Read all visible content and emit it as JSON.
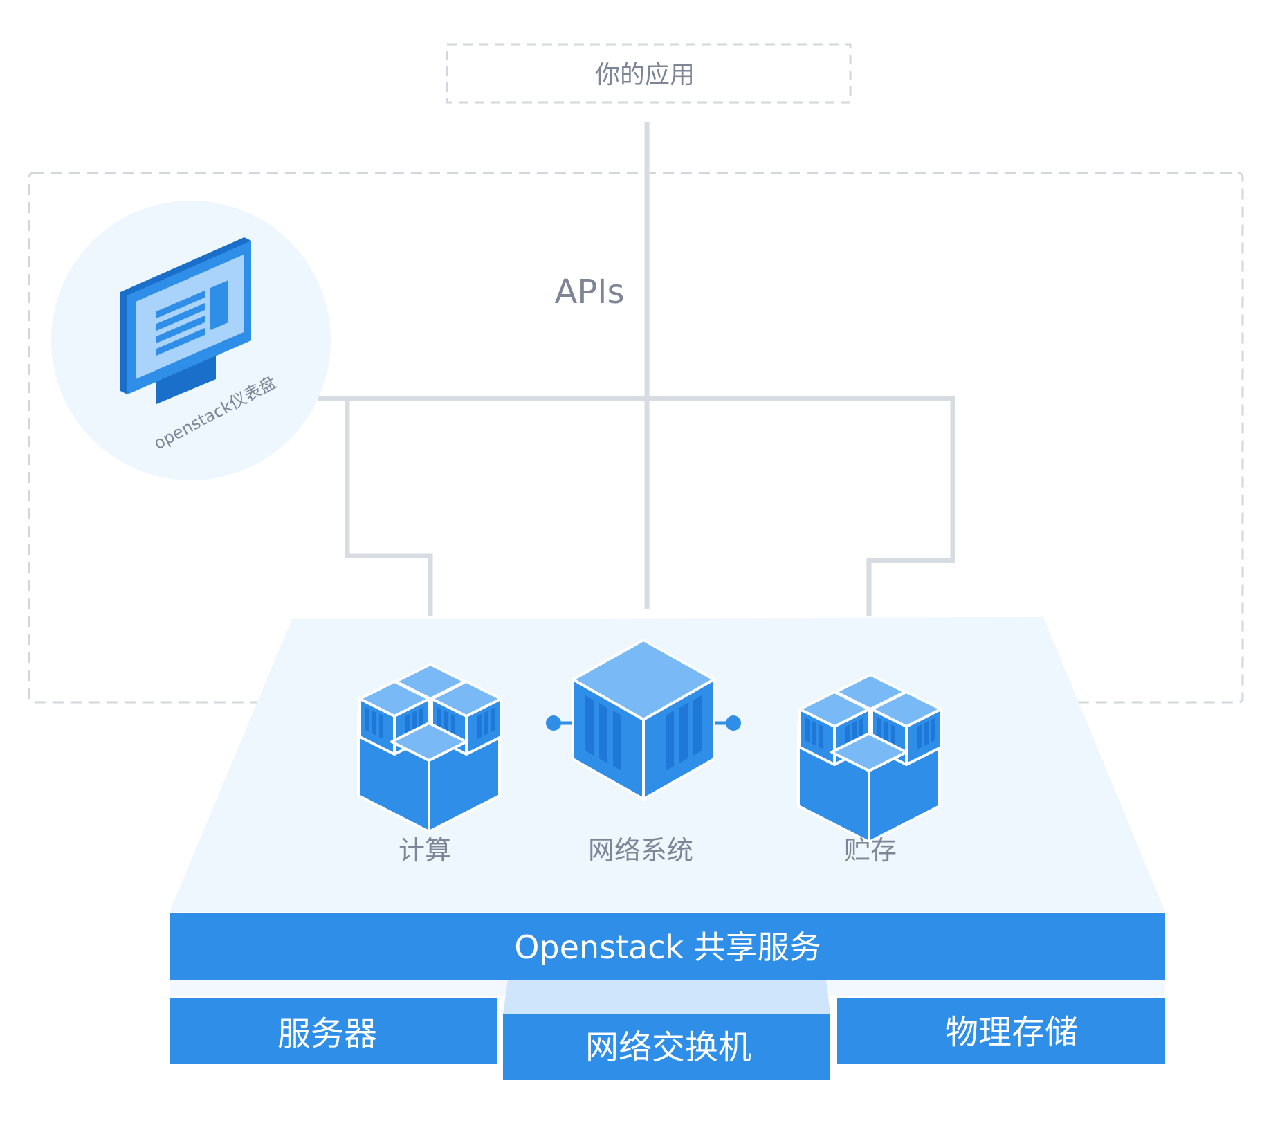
{
  "top_box": {
    "label": "你的应用"
  },
  "apis_label": "APIs",
  "dashboard": {
    "label": "openstack仪表盘",
    "icon": "monitor-icon"
  },
  "services": [
    {
      "label": "计算",
      "icon": "compute-cubes-icon"
    },
    {
      "label": "网络系统",
      "icon": "network-cube-icon"
    },
    {
      "label": "贮存",
      "icon": "storage-cubes-icon"
    }
  ],
  "shared_bar": {
    "label": "Openstack 共享服务"
  },
  "bottom": [
    {
      "label": "服务器"
    },
    {
      "label": "网络交换机"
    },
    {
      "label": "物理存储"
    }
  ],
  "colors": {
    "primary_blue": "#2f8fe8",
    "light_blue": "#78b9f6",
    "dark_blue": "#1a6fca",
    "platform": "#eef6fe",
    "connector_gray": "#d7dce3",
    "dashed_gray": "#d3d6db",
    "label_gray": "#7d8596"
  }
}
